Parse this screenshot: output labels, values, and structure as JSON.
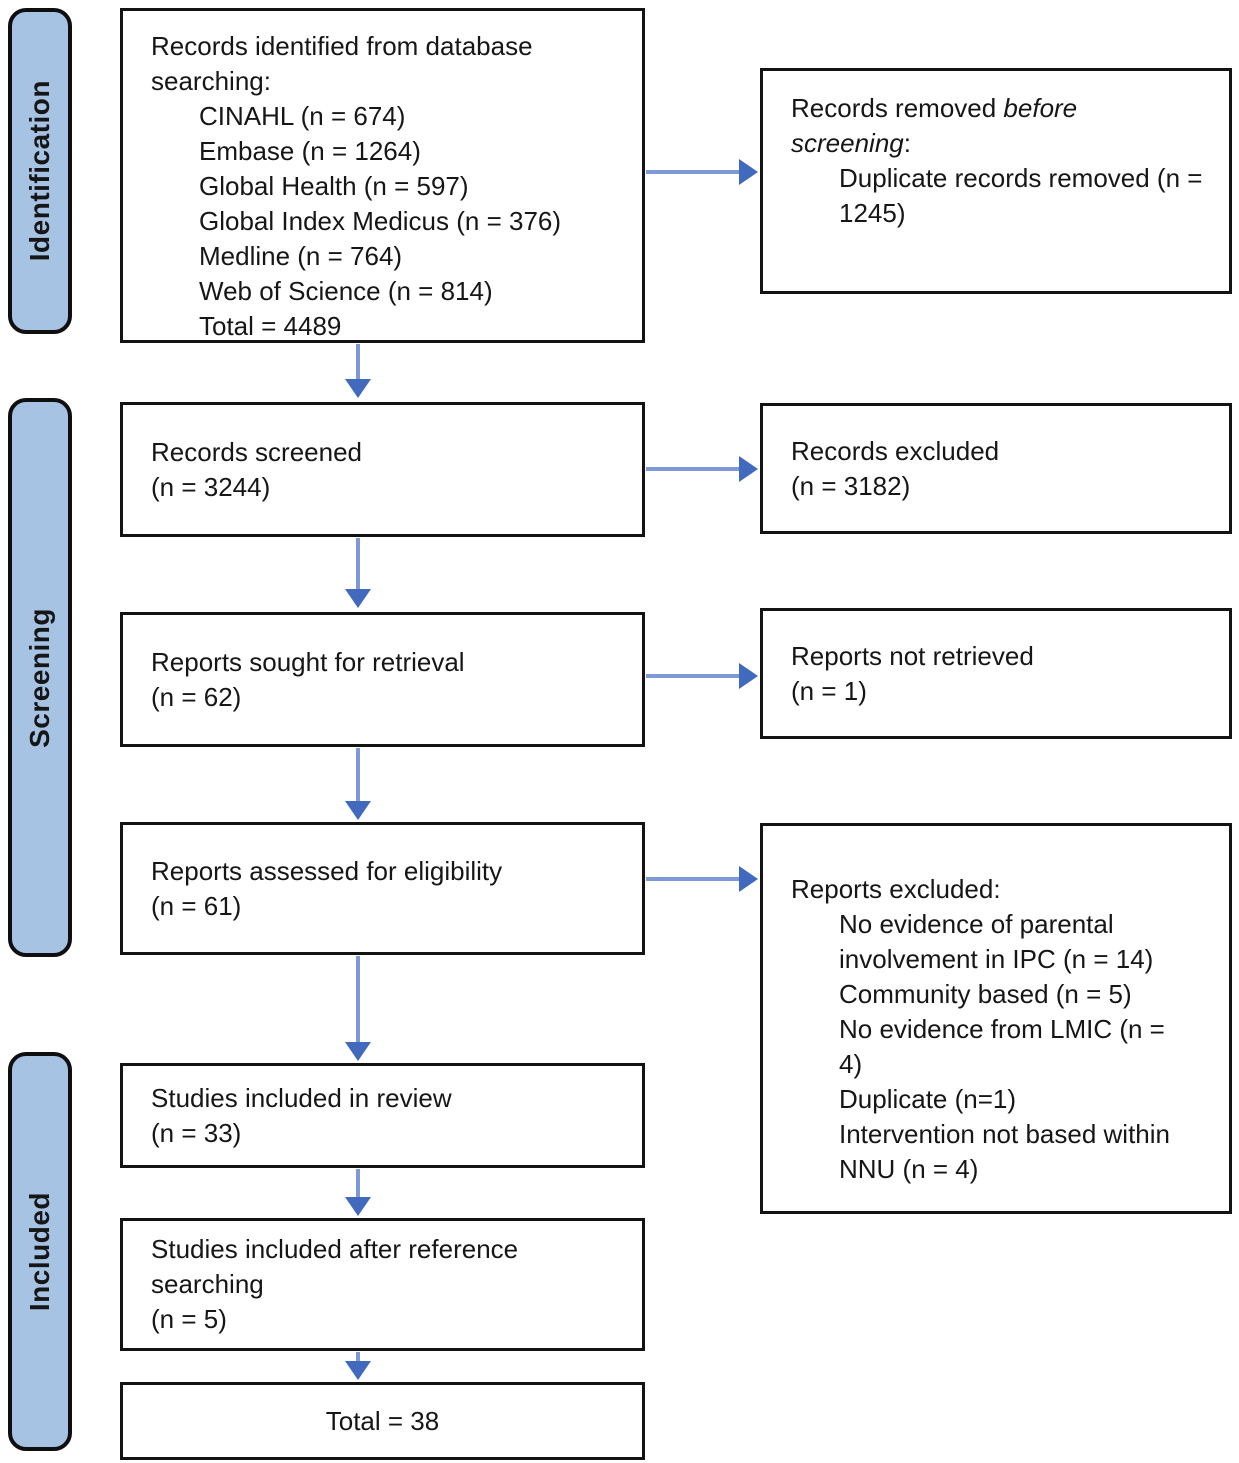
{
  "diagram": {
    "type": "prisma-flow",
    "colors": {
      "stage_fill": "#a6c3e4",
      "stage_border": "#0f0f0f",
      "box_border": "#131313",
      "arrow_line": "#7e99d6",
      "arrow_head": "#4169be"
    }
  },
  "stages": {
    "identification": "Identification",
    "screening": "Screening",
    "included": "Included"
  },
  "boxes": {
    "records_identified": {
      "title": "Records identified from database searching:",
      "items": [
        "CINAHL (n = 674)",
        "Embase (n = 1264)",
        "Global Health (n = 597)",
        "Global Index Medicus (n = 376)",
        "Medline (n = 764)",
        "Web of Science (n = 814)",
        "Total = 4489"
      ]
    },
    "records_removed": {
      "title_prefix": "Records removed ",
      "title_italic": "before screening",
      "title_suffix": ":",
      "items": [
        "Duplicate records removed (n = 1245)"
      ]
    },
    "records_screened": {
      "line1": "Records screened",
      "line2": "(n = 3244)"
    },
    "records_excluded": {
      "line1": "Records excluded",
      "line2": "(n = 3182)"
    },
    "reports_sought": {
      "line1": "Reports sought for retrieval",
      "line2": "(n = 62)"
    },
    "reports_not_retrieved": {
      "line1": "Reports not retrieved",
      "line2": "(n = 1)"
    },
    "reports_assessed": {
      "line1": "Reports assessed for eligibility",
      "line2": "(n = 61)"
    },
    "reports_excluded": {
      "title": "Reports excluded:",
      "items": [
        "No evidence of parental involvement in IPC (n = 14)",
        "Community based (n = 5)",
        "No evidence from LMIC (n = 4)",
        "Duplicate (n=1)",
        "Intervention not based within NNU (n = 4)"
      ]
    },
    "studies_included_review": {
      "line1": "Studies included in review",
      "line2": "(n = 33)"
    },
    "studies_included_reference": {
      "title": "Studies included after reference searching",
      "line2": "(n = 5)"
    },
    "total": {
      "label": "Total = 38"
    }
  }
}
